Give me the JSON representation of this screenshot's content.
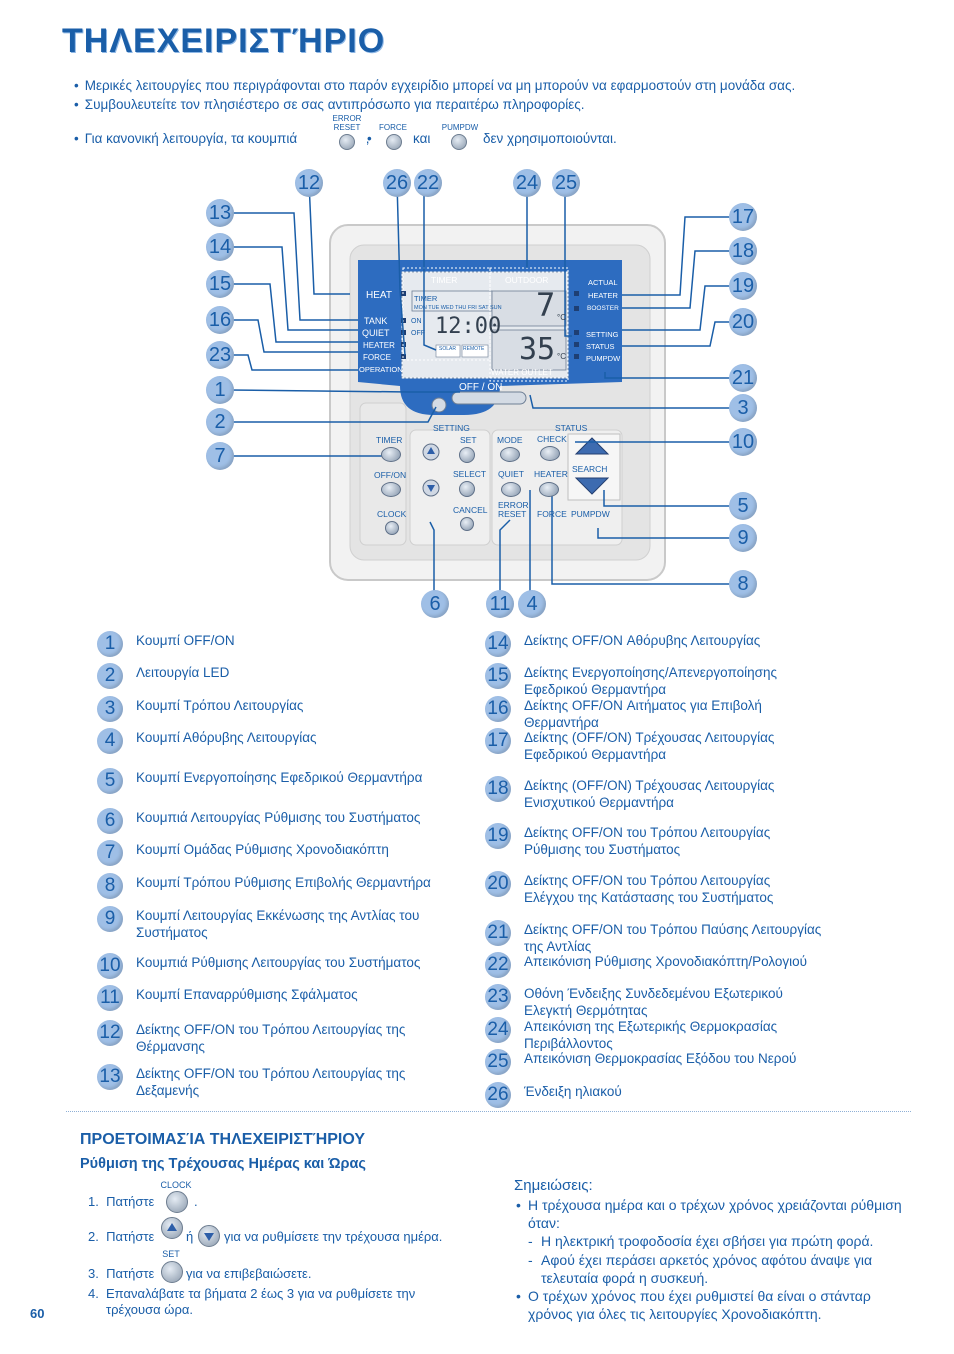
{
  "title": "ΤΗΛΕΧΕΙΡΙΣΤΉΡΙΟ",
  "intro": {
    "bullet1": "Μερικές λειτουργίες που περιγράφονται στο παρόν εγχειρίδιο μπορεί να μη μπορούν να εφαρμοστούν στη μονάδα σας.",
    "bullet2": "Συμβουλευτείτε τον πλησιέστερο σε σας αντιπρόσωπο για περαιτέρω πληροφορίες.",
    "bullet3_pre": "Για κανονική λειτουργία, τα κουμπιά",
    "bullet3_and": "και",
    "bullet3_post": "δεν χρησιμοποιούνται.",
    "btn_error": "ERROR",
    "btn_reset": "RESET",
    "btn_force": "FORCE",
    "btn_pumpdw": "PUMPDW"
  },
  "remote": {
    "heat": "HEAT",
    "tank": "TANK",
    "quiet": "QUIET",
    "heater": "HEATER",
    "force": "FORCE",
    "operation": "OPERATION",
    "timer": "TIMER",
    "outdoor": "OUTDOOR",
    "days": "MON TUE WED THU FRI SAT SUN",
    "on": "ON",
    "off": "OFF",
    "clock": "12:00",
    "temp1": "7",
    "temp2": "35",
    "unit": "°C",
    "solar": "SOLAR",
    "remote_lbl": "REMOTE",
    "water_outlet": "WATER OUTLET",
    "actual": "ACTUAL",
    "booster": "BOOSTER",
    "setting": "SETTING",
    "status": "STATUS",
    "pumpdw": "PUMPDW",
    "offon": "OFF / ON",
    "b_timer": "TIMER",
    "b_set": "SET",
    "b_mode": "MODE",
    "b_check": "CHECK",
    "b_offon": "OFF/ON",
    "b_select": "SELECT",
    "b_quiet": "QUIET",
    "b_heater": "HEATER",
    "b_search": "SEARCH",
    "b_clock": "CLOCK",
    "b_cancel": "CANCEL",
    "b_error": "ERROR",
    "b_reset": "RESET",
    "b_force": "FORCE",
    "b_pumpdw": "PUMPDW",
    "sec_setting": "SETTING",
    "sec_status": "STATUS"
  },
  "legend_left": [
    {
      "n": "1",
      "t": "Κουμπί OFF/ON"
    },
    {
      "n": "2",
      "t": "Λειτουργία LED"
    },
    {
      "n": "3",
      "t": "Κουμπί Τρόπου Λειτουργίας"
    },
    {
      "n": "4",
      "t": "Κουμπί Αθόρυβης Λειτουργίας"
    },
    {
      "n": "5",
      "t": "Κουμπί Ενεργοποίησης Εφεδρικού Θερμαντήρα"
    },
    {
      "n": "6",
      "t": "Κουμπιά Λειτουργίας Ρύθμισης του Συστήματος"
    },
    {
      "n": "7",
      "t": "Κουμπί Ομάδας Ρύθμισης Χρονοδιακόπτη"
    },
    {
      "n": "8",
      "t": "Κουμπί Τρόπου Ρύθμισης Επιβολής Θερμαντήρα"
    },
    {
      "n": "9",
      "t": "Κουμπί Λειτουργίας Εκκένωσης της Αντλίας του Συστήματος"
    },
    {
      "n": "10",
      "t": "Κουμπιά Ρύθμισης Λειτουργίας του Συστήματος"
    },
    {
      "n": "11",
      "t": "Κουμπί Επαναρρύθμισης Σφάλματος"
    },
    {
      "n": "12",
      "t": "Δείκτης OFF/ON του Τρόπου Λειτουργίας της Θέρμανσης"
    },
    {
      "n": "13",
      "t": "Δείκτης OFF/ON του Τρόπου Λειτουργίας της Δεξαμενής"
    }
  ],
  "legend_right": [
    {
      "n": "14",
      "t": "Δείκτης OFF/ON Αθόρυβης Λειτουργίας"
    },
    {
      "n": "15",
      "t": "Δείκτης Ενεργοποίησης/Απενεργοποίησης Εφεδρικού Θερμαντήρα"
    },
    {
      "n": "16",
      "t": "Δείκτης OFF/ON Αιτήματος για Επιβολή Θερμαντήρα"
    },
    {
      "n": "17",
      "t": "Δείκτης (OFF/ON) Τρέχουσας Λειτουργίας Εφεδρικού Θερμαντήρα"
    },
    {
      "n": "18",
      "t": "Δείκτης (OFF/ON) Τρέχουσας Λειτουργίας Ενισχυτικού Θερμαντήρα"
    },
    {
      "n": "19",
      "t": "Δείκτης OFF/ON του Τρόπου Λειτουργίας Ρύθμισης του Συστήματος"
    },
    {
      "n": "20",
      "t": "Δείκτης OFF/ON του Τρόπου Λειτουργίας Ελέγχου της Κατάστασης του Συστήματος"
    },
    {
      "n": "21",
      "t": "Δείκτης OFF/ON του Τρόπου Παύσης Λειτουργίας της Αντλίας"
    },
    {
      "n": "22",
      "t": "Απεικόνιση Ρύθμισης Χρονοδιακόπτη/Ρολογιού"
    },
    {
      "n": "23",
      "t": "Οθόνη Ένδειξης Συνδεδεμένου Εξωτερικού Ελεγκτή Θερμότητας"
    },
    {
      "n": "24",
      "t": "Απεικόνιση της Εξωτερικής Θερμοκρασίας Περιβάλλοντος"
    },
    {
      "n": "25",
      "t": "Απεικόνιση Θερμοκρασίας Εξόδου του Νερού"
    },
    {
      "n": "26",
      "t": "Ένδειξη ηλιακού"
    }
  ],
  "section": {
    "title": "ΠΡΟΕΤΟΙΜΑΣΊΑ ΤΗΛΕΧΕΙΡΙΣΤΉΡΙΟΥ",
    "subtitle": "Ρύθμιση της Τρέχουσας Ημέρας και Ώρας",
    "clock_lbl": "CLOCK",
    "set_lbl": "SET",
    "step1_num": "1.",
    "step1": "Πατήστε",
    "step1_end": ".",
    "step2_num": "2.",
    "step2a": "Πατήστε",
    "step2b": "ή",
    "step2c": "για να ρυθμίσετε την τρέχουσα ημέρα.",
    "step3_num": "3.",
    "step3a": "Πατήστε",
    "step3b": "για να επιβεβαιώσετε.",
    "step4_num": "4.",
    "step4": "Επαναλάβατε τα βήματα 2 έως 3 για να ρυθμίσετε την τρέχουσα ώρα."
  },
  "notes": {
    "heading": "Σημειώσεις:",
    "n1": "Η τρέχουσα ημέρα και ο τρέχων χρόνος χρειάζονται ρύθμιση όταν:",
    "n1a": "Η ηλεκτρική τροφοδοσία έχει σβήσει για πρώτη φορά.",
    "n1b": "Αφού έχει περάσει αρκετός χρόνος αφότου άναψε για τελευταία φορά η συσκευή.",
    "n2": "Ο τρέχων χρόνος που έχει ρυθμιστεί θα είναι ο στάνταρ χρόνος για όλες τις λειτουργίες Χρονοδιακόπτη."
  },
  "page_number": "60"
}
